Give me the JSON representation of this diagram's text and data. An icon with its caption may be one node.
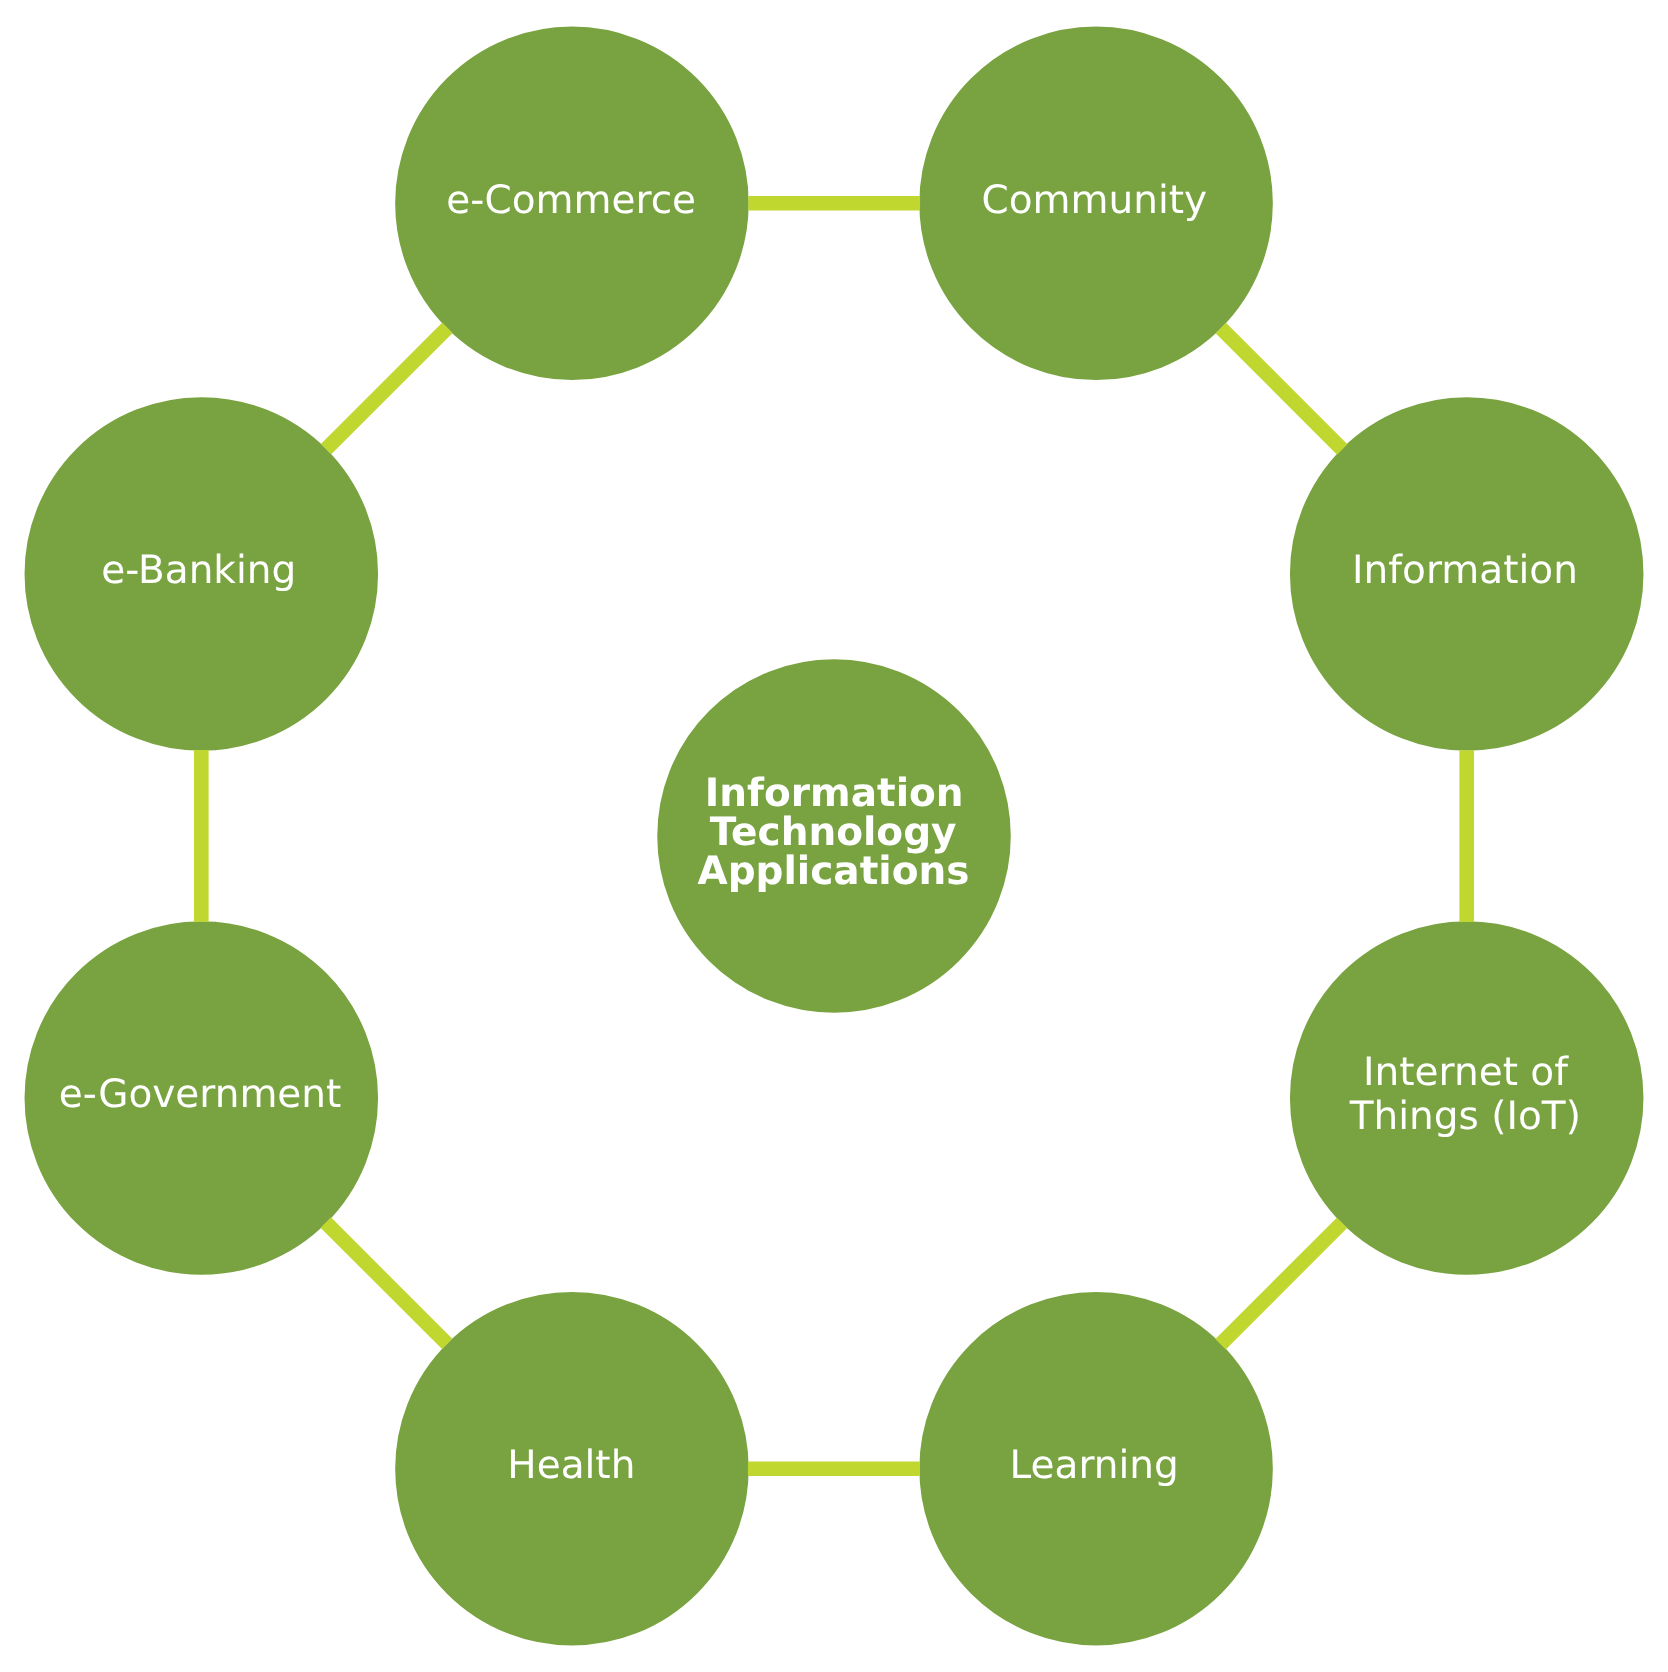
{
  "diagram": {
    "nodes": [
      {
        "text": [
          "Information Technology Applications"
        ]
      },
      {
        "text": [
          "Information"
        ]
      },
      {
        "text": [
          "Community"
        ]
      },
      {
        "text": [
          "e-Commerce"
        ]
      },
      {
        "text": [
          "e-Banking"
        ]
      },
      {
        "text": [
          "e-Government"
        ]
      },
      {
        "text": [
          "Health"
        ]
      },
      {
        "text": [
          "Learning"
        ]
      },
      {
        "text": [
          "Internet of Things (IoT)"
        ]
      }
    ],
    "edges": [
      {
        "from": 1,
        "to": 2,
        "arrow": "none"
      },
      {
        "from": 2,
        "to": 3,
        "arrow": "none"
      },
      {
        "from": 3,
        "to": 4,
        "arrow": "none"
      },
      {
        "from": 4,
        "to": 5,
        "arrow": "none"
      },
      {
        "from": 5,
        "to": 6,
        "arrow": "none"
      },
      {
        "from": 6,
        "to": 7,
        "arrow": "none"
      },
      {
        "from": 7,
        "to": 8,
        "arrow": "none"
      },
      {
        "from": 8,
        "to": 1,
        "arrow": "none"
      }
    ]
  }
}
